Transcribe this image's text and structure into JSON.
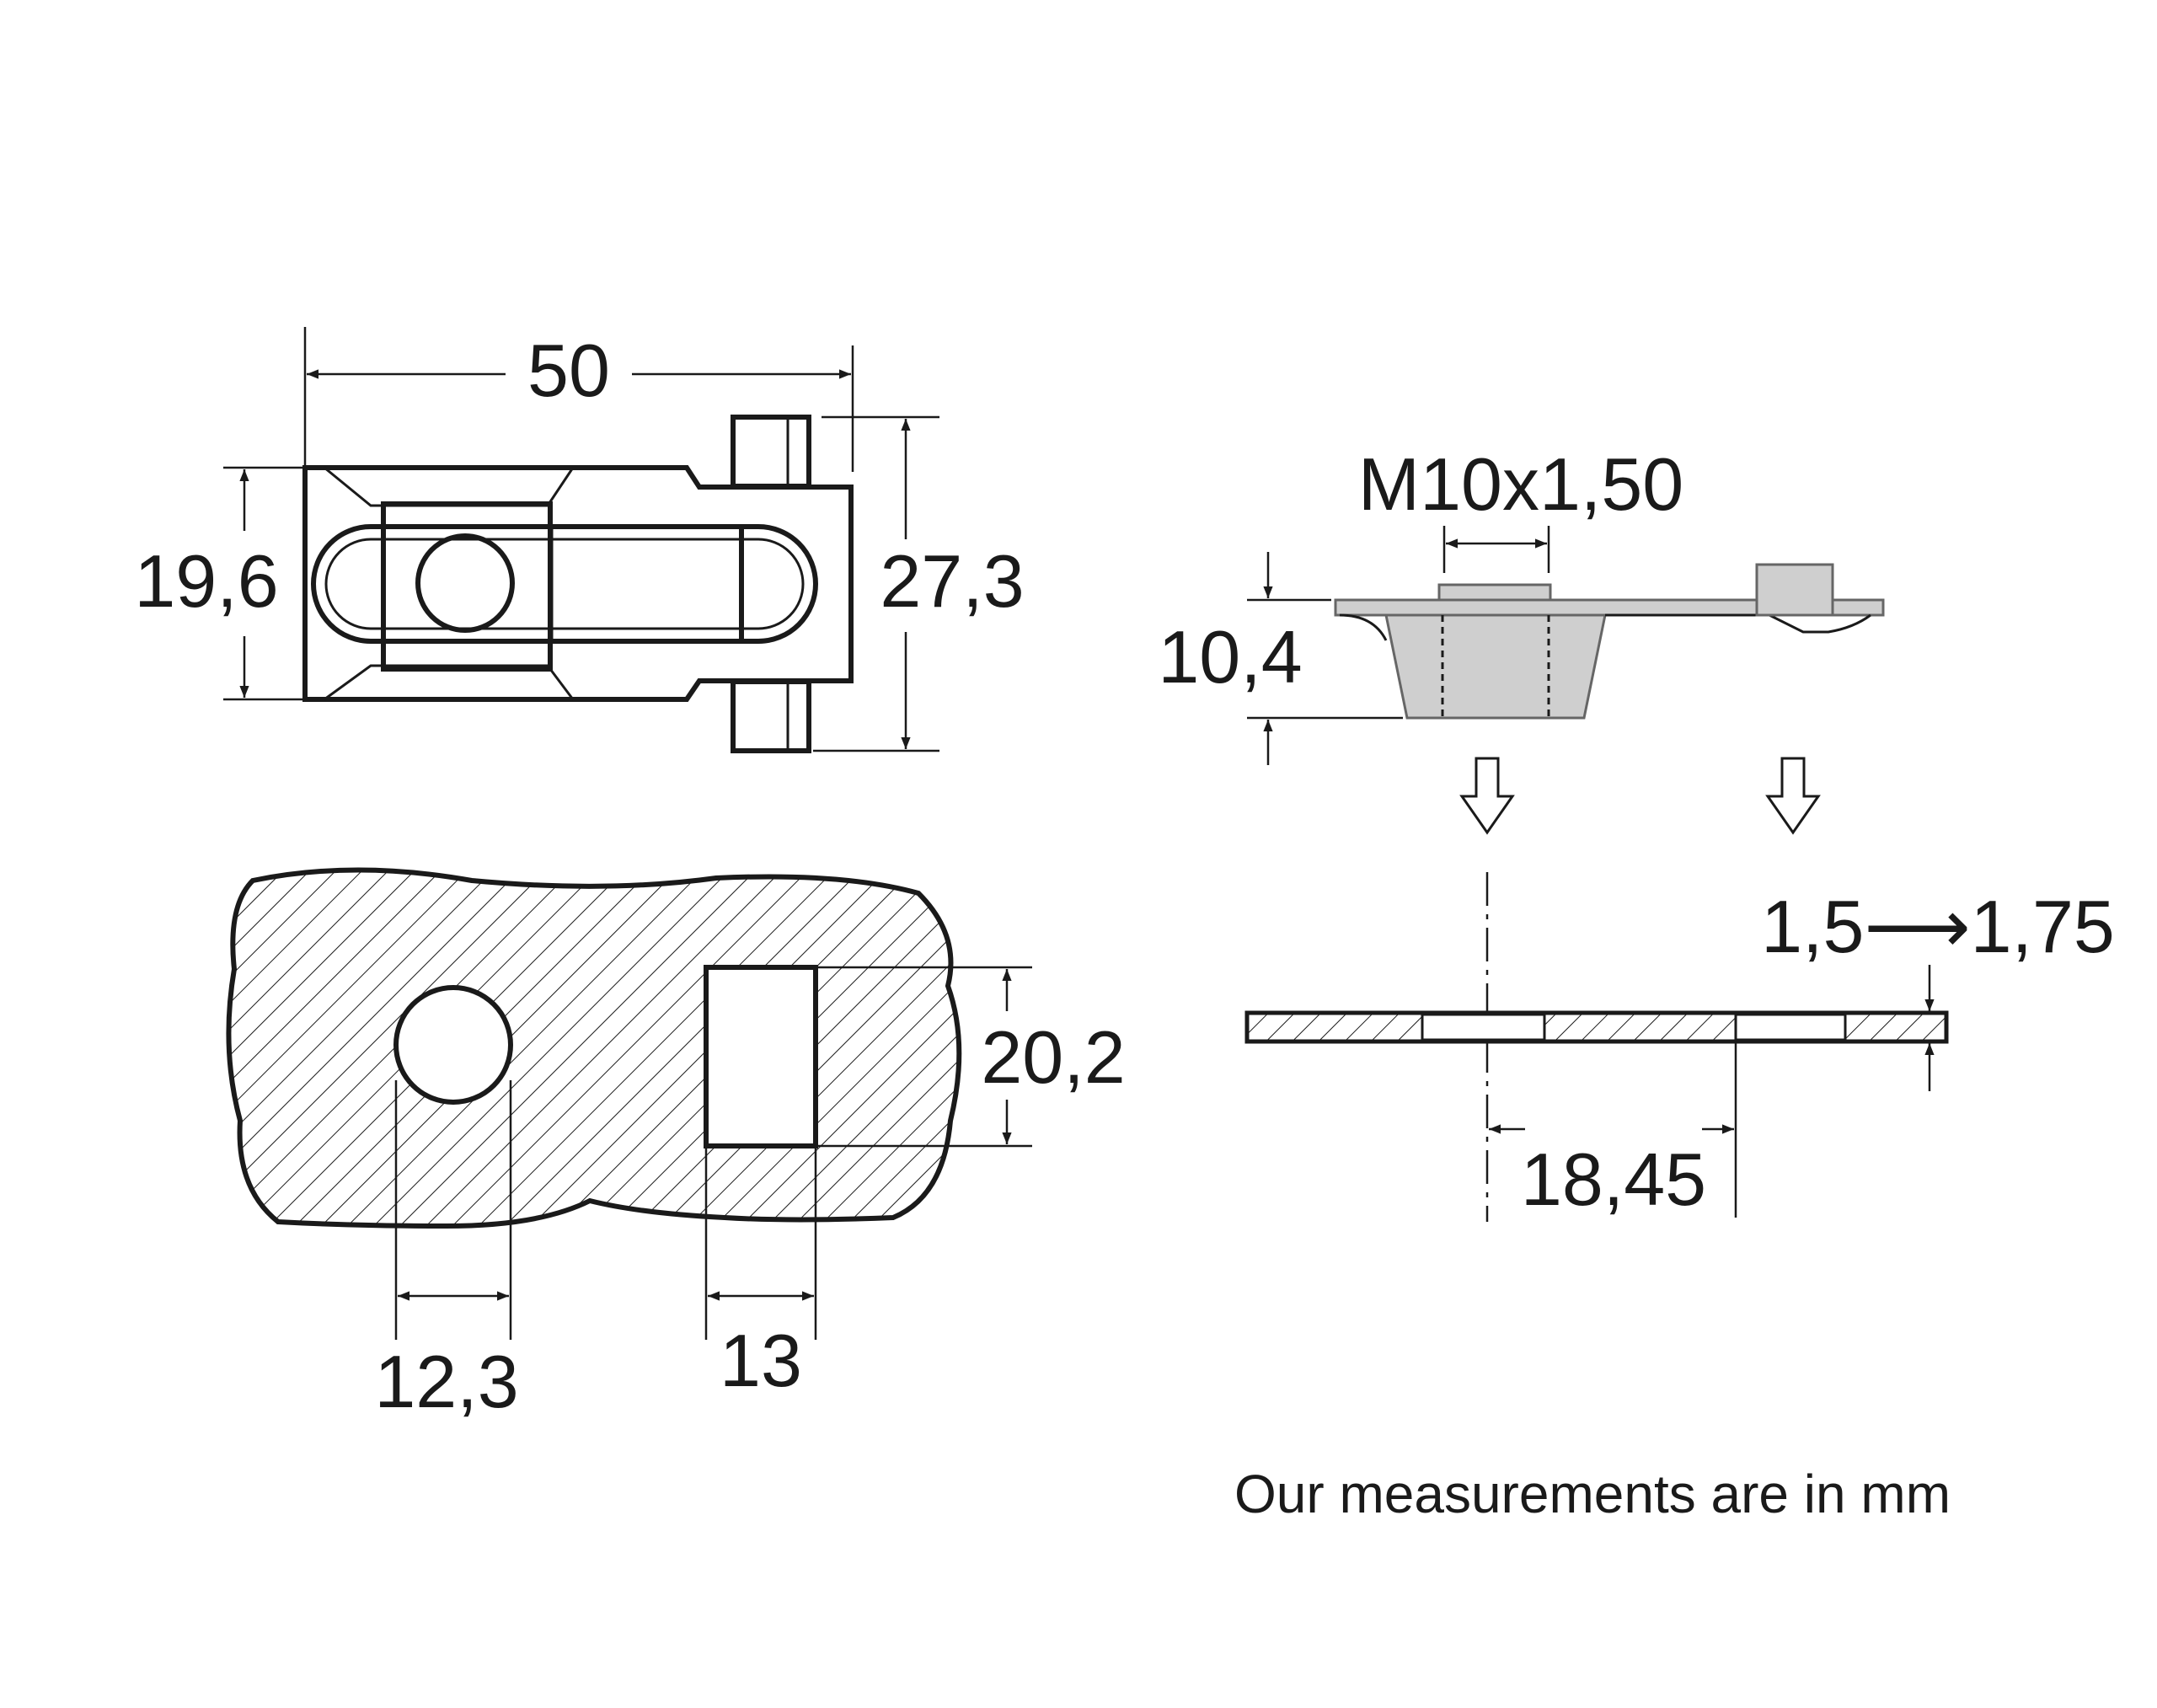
{
  "top_view": {
    "length": "50",
    "width_body": "19,6",
    "width_total": "27,3"
  },
  "side_view": {
    "thread": "M10x1,50",
    "height": "10,4"
  },
  "panel_cutout": {
    "slot_height": "20,2",
    "hole_width": "12,3",
    "slot_width": "13"
  },
  "panel_section": {
    "thickness": "1,5⟶1,75",
    "spacing": "18,45"
  },
  "note": "Our measurements are in mm",
  "colors": {
    "ink": "#1a1a1a",
    "fill": "#cfcfcf"
  },
  "icons": [
    "arrow-down-icon",
    "arrow-down-icon"
  ]
}
